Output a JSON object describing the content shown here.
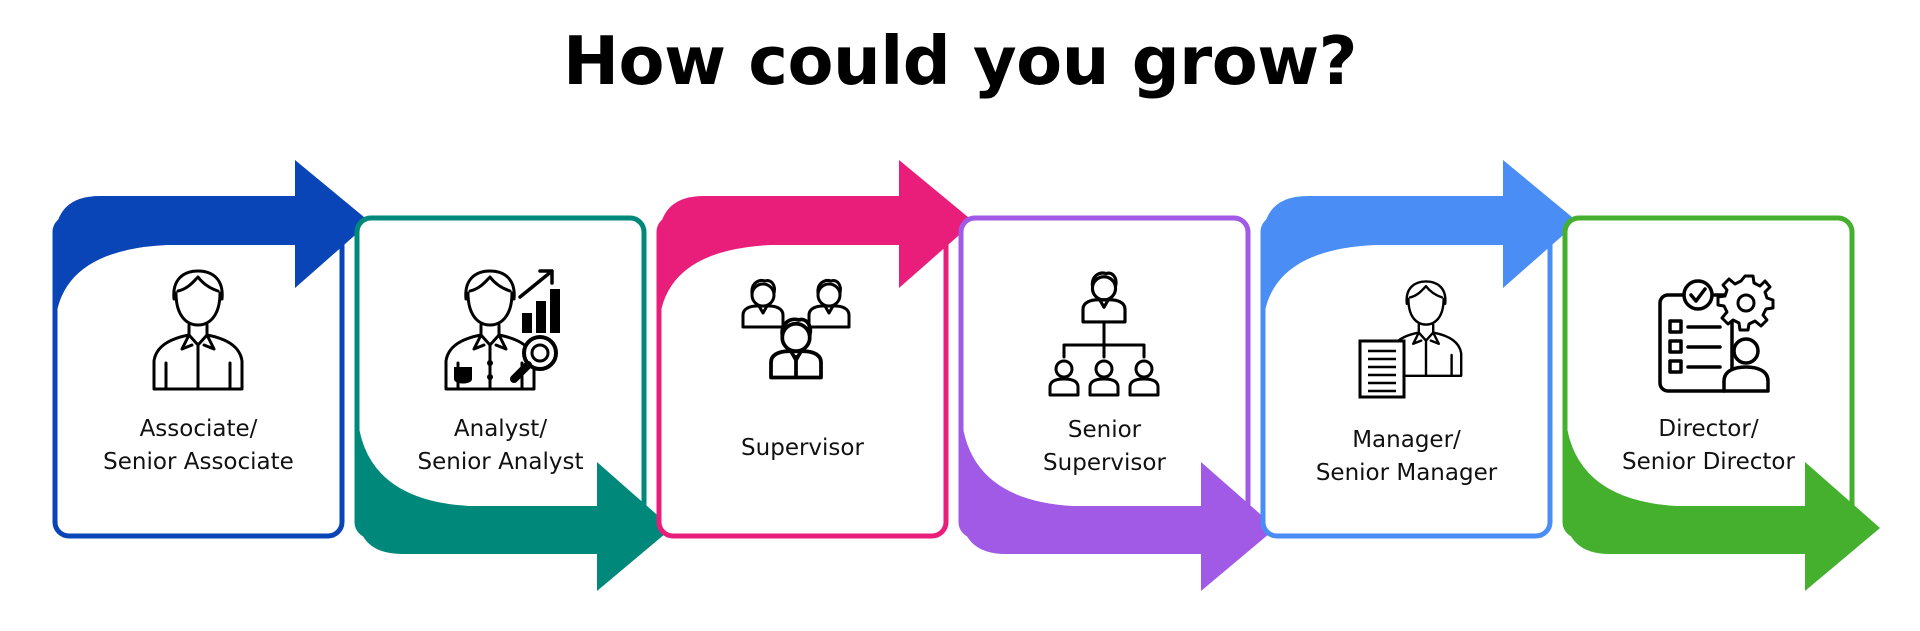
{
  "title": "How could you grow?",
  "steps": [
    {
      "line1": "Associate/",
      "line2": "Senior Associate",
      "color": "#0a45b8",
      "icon": "person-icon",
      "arrow": "top"
    },
    {
      "line1": "Analyst/",
      "line2": "Senior Analyst",
      "color": "#00897b",
      "icon": "analyst-growth-icon",
      "arrow": "bottom"
    },
    {
      "line1": "Supervisor",
      "line2": "",
      "color": "#e91e7a",
      "icon": "team-icon",
      "arrow": "top"
    },
    {
      "line1": "Senior",
      "line2": "Supervisor",
      "color": "#a05ae6",
      "icon": "org-chart-icon",
      "arrow": "bottom"
    },
    {
      "line1": "Manager/",
      "line2": "Senior Manager",
      "color": "#4a8ef5",
      "icon": "manager-document-icon",
      "arrow": "top"
    },
    {
      "line1": "Director/",
      "line2": "Senior Director",
      "color": "#45b02e",
      "icon": "checklist-gear-icon",
      "arrow": "bottom"
    }
  ]
}
